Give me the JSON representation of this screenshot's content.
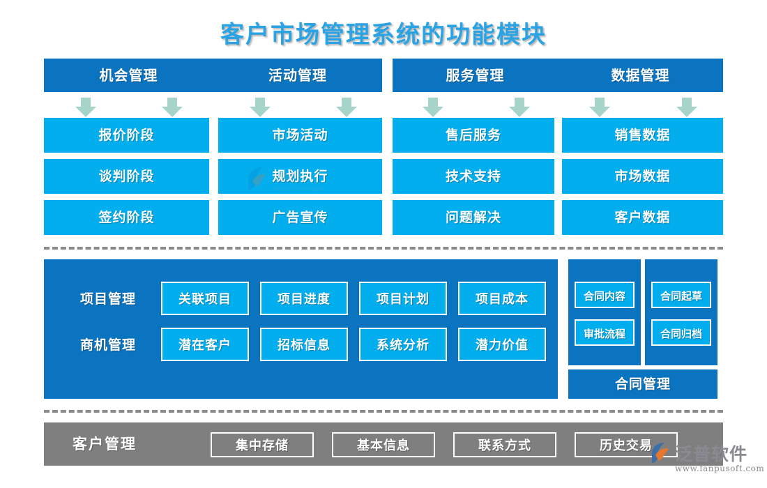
{
  "title": "客户市场管理系统的功能模块",
  "colors": {
    "title": "#29A3E3",
    "header_blue": "#0B74C0",
    "cell_blue": "#03AEEF",
    "arrow_green": "#A7D4C8",
    "bottom_gray": "#7F7F7F",
    "divider_gray": "#8A8A8A"
  },
  "header": {
    "bars": [
      {
        "label": "机会管理"
      },
      {
        "label": "活动管理"
      },
      {
        "label": "服务管理"
      },
      {
        "label": "数据管理"
      }
    ]
  },
  "columns": [
    {
      "header": "机会管理",
      "cells": [
        "报价阶段",
        "谈判阶段",
        "签约阶段"
      ]
    },
    {
      "header": "活动管理",
      "cells": [
        "市场活动",
        "规划执行",
        "广告宣传"
      ]
    },
    {
      "header": "服务管理",
      "cells": [
        "售后服务",
        "技术支持",
        "问题解决"
      ]
    },
    {
      "header": "数据管理",
      "cells": [
        "销售数据",
        "市场数据",
        "客户数据"
      ]
    }
  ],
  "middle": {
    "rows": [
      {
        "label": "项目管理",
        "items": [
          "关联项目",
          "项目进度",
          "项目计划",
          "项目成本"
        ]
      },
      {
        "label": "商机管理",
        "items": [
          "潜在客户",
          "招标信息",
          "系统分析",
          "潜力价值"
        ]
      }
    ]
  },
  "contract": {
    "bar_label": "合同管理",
    "left_panel": [
      "合同内容",
      "审批流程"
    ],
    "right_panel": [
      "合同起草",
      "合同归档"
    ]
  },
  "bottom": {
    "label": "客户管理",
    "items": [
      "集中存储",
      "基本信息",
      "联系方式",
      "历史交易"
    ]
  },
  "logo": {
    "name": "泛普软件",
    "url": "www.fanpusoft.com",
    "icon": "fanpu-logo-icon"
  }
}
